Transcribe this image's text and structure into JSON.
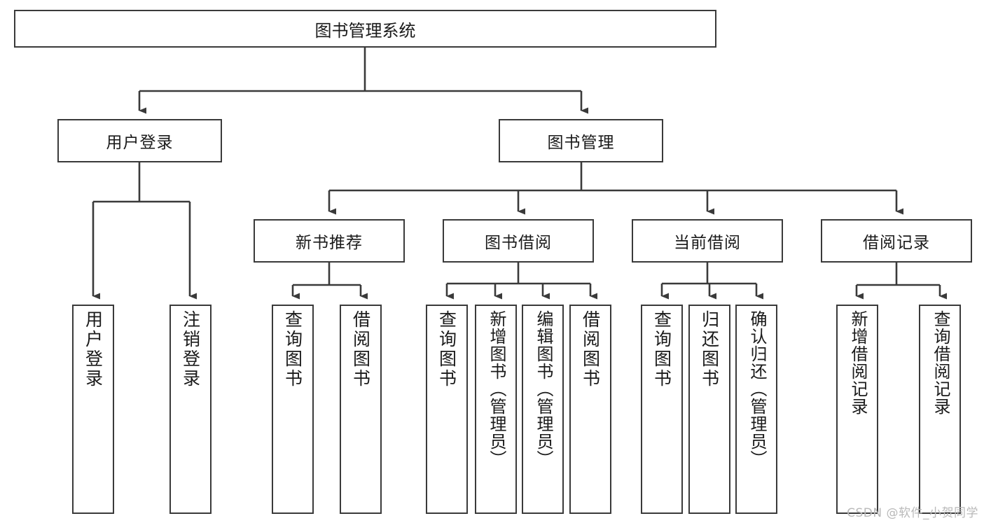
{
  "diagram": {
    "type": "tree-hierarchy",
    "orientation": "top-down",
    "root": {
      "label": "图书管理系统"
    },
    "level2": [
      {
        "label": "用户登录"
      },
      {
        "label": "图书管理"
      }
    ],
    "level3": [
      {
        "label": "新书推荐"
      },
      {
        "label": "图书借阅"
      },
      {
        "label": "当前借阅"
      },
      {
        "label": "借阅记录"
      }
    ],
    "leaves": {
      "user_login": [
        {
          "label": "用户登录"
        },
        {
          "label": "注销登录"
        }
      ],
      "new_book_recommend": [
        {
          "label": "查询图书"
        },
        {
          "label": "借阅图书"
        }
      ],
      "book_borrow": [
        {
          "label": "查询图书"
        },
        {
          "label": "新增图书（管理员）"
        },
        {
          "label": "编辑图书（管理员）"
        },
        {
          "label": "借阅图书"
        }
      ],
      "current_borrow": [
        {
          "label": "查询图书"
        },
        {
          "label": "归还图书"
        },
        {
          "label": "确认归还（管理员）"
        }
      ],
      "borrow_record": [
        {
          "label": "新增借阅记录"
        },
        {
          "label": "查询借阅记录"
        }
      ]
    }
  },
  "watermark": {
    "text": "CSDN @软件_小贺同学"
  },
  "colors": {
    "stroke": "#3a3a3a",
    "text": "#1a1a1a",
    "background": "#ffffff",
    "watermark": "#b9b9b9"
  }
}
